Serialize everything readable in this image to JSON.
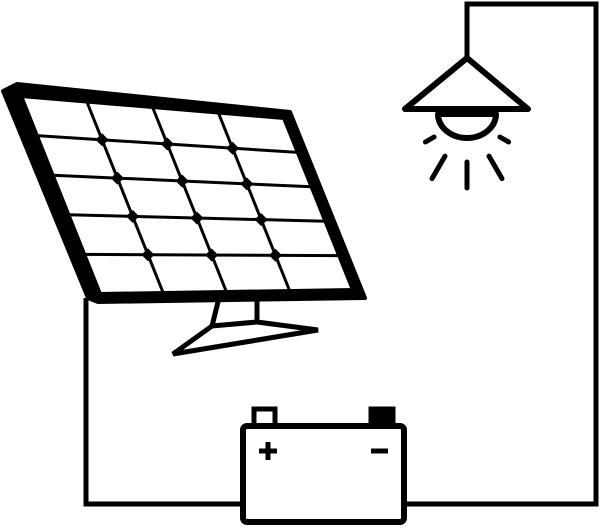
{
  "diagram": {
    "components": [
      {
        "id": "solar-panel",
        "icon": "solar-panel-icon",
        "cells": {
          "rows": 5,
          "cols": 4
        }
      },
      {
        "id": "lamp",
        "icon": "light-bulb-icon",
        "rays": 5
      },
      {
        "id": "battery",
        "icon": "battery-icon",
        "terminals": [
          "+",
          "−"
        ]
      }
    ],
    "connections": [
      {
        "from": "solar-panel",
        "to": "battery"
      },
      {
        "from": "battery",
        "to": "lamp"
      }
    ],
    "colors": {
      "stroke": "#000000",
      "background": "#ffffff"
    }
  }
}
